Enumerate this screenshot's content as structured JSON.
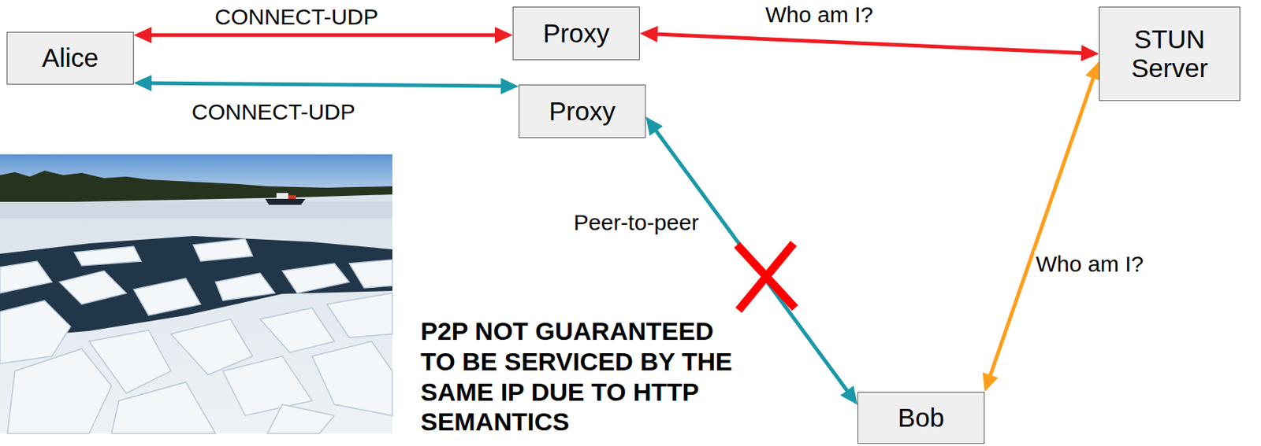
{
  "diagram": {
    "nodes": [
      {
        "text": [
          "Alice"
        ]
      },
      {
        "text": [
          "Proxy"
        ]
      },
      {
        "text": [
          "Proxy"
        ]
      },
      {
        "text": [
          "STUN Server"
        ]
      },
      {
        "text": [
          "Bob"
        ]
      }
    ],
    "edges": [
      {
        "from": 0,
        "to": 1,
        "arrow": "both",
        "label": "CONNECT-UDP"
      },
      {
        "from": 0,
        "to": 2,
        "arrow": "both",
        "label": "CONNECT-UDP"
      },
      {
        "from": 1,
        "to": 3,
        "arrow": "both",
        "label": "Who am I?"
      },
      {
        "from": 2,
        "to": 4,
        "arrow": "both",
        "label": "Peer-to-peer"
      },
      {
        "from": 4,
        "to": 3,
        "arrow": "both",
        "label": "Who am I?"
      }
    ],
    "labels": [
      "P2P NOT GUARANTEED TO BE SERVICED BY THE SAME IP DUE TO HTTP SEMANTICS"
    ]
  }
}
